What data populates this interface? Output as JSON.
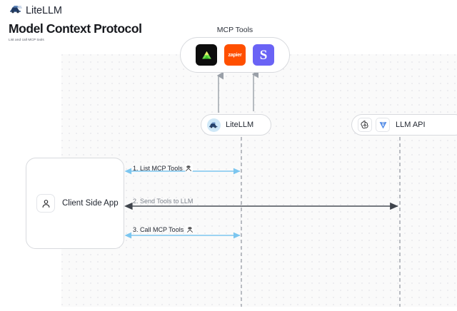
{
  "topbar": {
    "brand_name": "LiteLLM",
    "brand_icon": "litellm-logo-icon"
  },
  "header": {
    "title": "Model Context Protocol",
    "subtitle": "List and call MCP tools"
  },
  "diagram": {
    "mcp_group": {
      "label": "MCP Tools",
      "tools": [
        {
          "name": "supabase-tool-icon",
          "text": "",
          "style": "dark"
        },
        {
          "name": "zapier-tool-icon",
          "text": "zapier",
          "style": "zapier"
        },
        {
          "name": "slack-tool-icon",
          "text": "S",
          "style": "purple"
        }
      ]
    },
    "litellm_node": {
      "label": "LiteLLM",
      "icon": "litellm-avatar-icon"
    },
    "llm_api_node": {
      "label": "LLM API",
      "icons": [
        "openai-icon",
        "vertex-ai-icon"
      ]
    },
    "client_node": {
      "label": "Client Side App",
      "icon": "user-icon"
    },
    "edges": [
      {
        "id": "list-mcp-tools",
        "label": "1. List MCP Tools",
        "emoji": "🛠",
        "style": "accent"
      },
      {
        "id": "send-tools-to-llm",
        "label": "2. Send Tools to LLM",
        "emoji": "",
        "style": "muted"
      },
      {
        "id": "call-mcp-tools",
        "label": "3. Call MCP Tools",
        "emoji": "🛠",
        "style": "accent"
      }
    ]
  },
  "colors": {
    "accent_arrow": "#7cc6ef",
    "dark_arrow": "#4b4f57",
    "lifeline": "#b9bcc2",
    "canvas_bg": "#fafafa",
    "zapier_orange": "#ff4f00",
    "slack_purple": "#6a63f5"
  }
}
